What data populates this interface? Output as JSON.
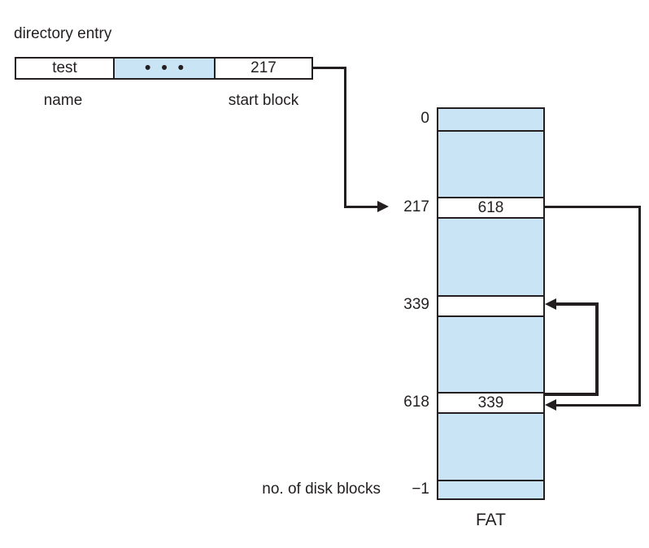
{
  "title": "directory entry",
  "directory_entry": {
    "cells": [
      {
        "label": "test"
      },
      {
        "label": "•••"
      },
      {
        "label": "217"
      }
    ],
    "field_labels": {
      "name": "name",
      "start_block": "start block"
    }
  },
  "fat": {
    "caption": "FAT",
    "left_note": "no. of disk blocks",
    "rows": [
      {
        "index": "0",
        "value": "",
        "fill": "blue"
      },
      {
        "index": "",
        "value": "",
        "fill": "blue"
      },
      {
        "index": "217",
        "value": "618",
        "fill": "white"
      },
      {
        "index": "",
        "value": "",
        "fill": "blue"
      },
      {
        "index": "339",
        "value": "",
        "fill": "white"
      },
      {
        "index": "",
        "value": "",
        "fill": "blue"
      },
      {
        "index": "618",
        "value": "339",
        "fill": "white"
      },
      {
        "index": "",
        "value": "",
        "fill": "blue"
      },
      {
        "index": "−1",
        "value": "",
        "fill": "blue"
      }
    ],
    "links": [
      {
        "from": "directory-entry start block 217",
        "to": "FAT row 217"
      },
      {
        "from": "FAT row 217 (value 618)",
        "to": "FAT row 618"
      },
      {
        "from": "FAT row 618 (value 339)",
        "to": "FAT row 339"
      }
    ]
  },
  "colors": {
    "cell_fill": "#c9e4f5",
    "line": "#231f20",
    "text": "#231f20",
    "background": "#ffffff"
  }
}
